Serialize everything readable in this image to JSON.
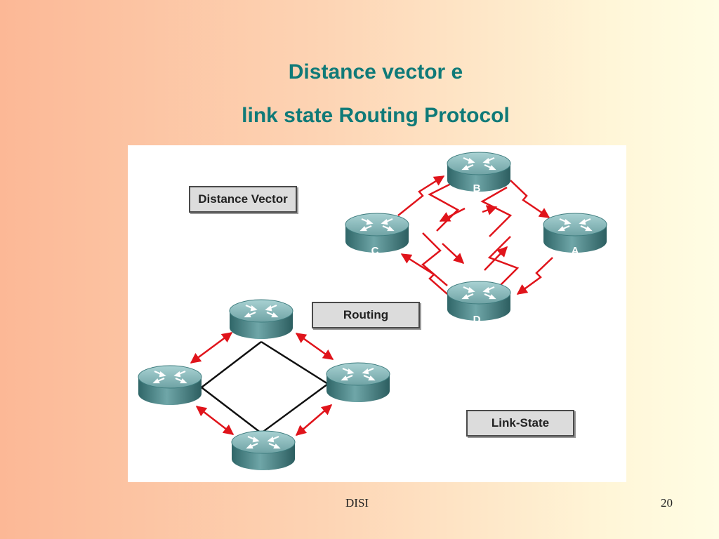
{
  "slide": {
    "title_line1": "Distance vector e",
    "title_line2": "link state Routing Protocol",
    "footer_center": "DISI",
    "page_number": "20"
  },
  "diagram": {
    "labels": {
      "distance_vector": "Distance Vector",
      "routing": "Routing",
      "link_state": "Link-State"
    },
    "routers": {
      "a": "A",
      "b": "B",
      "c": "C",
      "d": "D"
    }
  },
  "colors": {
    "title": "#0f7a78",
    "arrow": "#e0141b",
    "router_body": "#4f8b8d",
    "link": "#111111"
  }
}
